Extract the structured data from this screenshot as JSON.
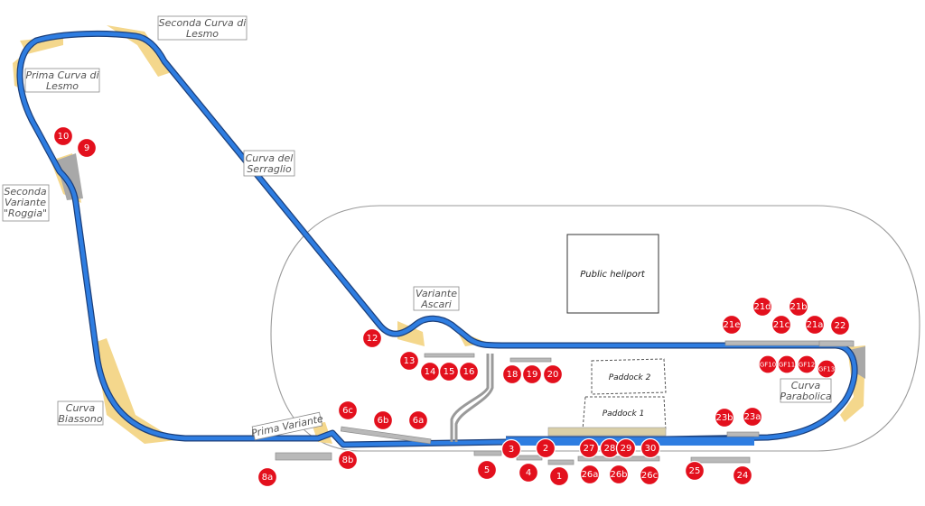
{
  "colors": {
    "track": "#2e7de1",
    "track_edge": "#1c3f7a",
    "runoff": "#f4d78c",
    "marker": "#e3101d",
    "outline": "#9a9a9a"
  },
  "labels": {
    "seconda_lesmo": [
      "Seconda Curva di",
      "Lesmo"
    ],
    "prima_lesmo": [
      "Prima Curva di",
      "Lesmo"
    ],
    "serraglio": [
      "Curva del",
      "Serraglio"
    ],
    "roggia": [
      "Seconda",
      "Variante",
      "\"Roggia\""
    ],
    "ascari": [
      "Variante",
      "Ascari"
    ],
    "biassono": [
      "Curva",
      "Biassono"
    ],
    "prima_variante": "Prima Variante",
    "parabolica": [
      "Curva",
      "Parabolica"
    ],
    "heliport": "Public heliport",
    "paddock2": "Paddock 2",
    "paddock1": "Paddock 1"
  },
  "markers": [
    "10",
    "9",
    "12",
    "13",
    "14",
    "15",
    "16",
    "18",
    "19",
    "20",
    "21e",
    "21d",
    "21c",
    "21b",
    "21a",
    "22",
    "GF10",
    "GF11",
    "GF12",
    "GF13",
    "6c",
    "6b",
    "6a",
    "23b",
    "23a",
    "3",
    "2",
    "27",
    "28",
    "29",
    "30",
    "5",
    "4",
    "1",
    "26a",
    "26b",
    "26c",
    "25",
    "24",
    "8a",
    "8b"
  ]
}
